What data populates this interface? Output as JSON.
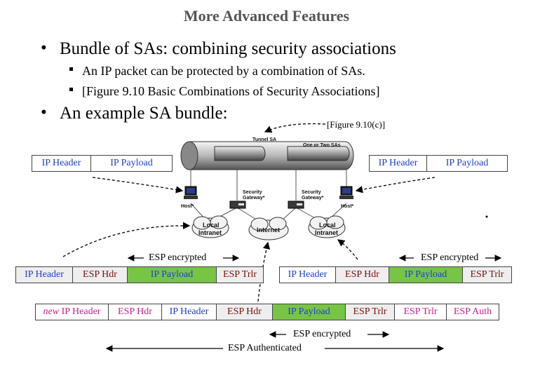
{
  "title": "More Advanced Features",
  "bullets": {
    "b1": "Bundle of SAs: combining security associations",
    "b1_sub1": "An IP packet can be protected by a combination of SAs.",
    "b1_sub2": "[Figure 9.10 Basic Combinations of Security Associations]",
    "b2": "An example SA bundle:"
  },
  "figure_ref": "[Figure 9.10(c)]",
  "network": {
    "tunnel_label": "Tunnel SA",
    "sa_label": "One or Two SAs",
    "host_left": "Host*",
    "host_right": "Host*",
    "gw_left_1": "Security",
    "gw_left_2": "Gateway*",
    "gw_right_1": "Security",
    "gw_right_2": "Gateway*",
    "intranet_left_1": "Local",
    "intranet_left_2": "Intranet",
    "internet": "Internet",
    "intranet_right_1": "Local",
    "intranet_right_2": "Intranet"
  },
  "packet_left": {
    "header": "IP Header",
    "payload": "IP Payload"
  },
  "packet_right": {
    "header": "IP Header",
    "payload": "IP Payload"
  },
  "esp_left": {
    "encrypted": "ESP encrypted",
    "cells": [
      "IP Header",
      "ESP Hdr",
      "IP Payload",
      "ESP Trlr"
    ]
  },
  "esp_right": {
    "encrypted": "ESP encrypted",
    "cells": [
      "IP Header",
      "ESP Hdr",
      "IP Payload",
      "ESP Trlr"
    ]
  },
  "bottom": {
    "new_word": "new",
    "new_header": " IP Header",
    "cells": [
      "ESP Hdr",
      "IP Header",
      "ESP Hdr",
      "IP Payload",
      "ESP Trlr",
      "ESP Trlr",
      "ESP Auth"
    ],
    "encrypted": "ESP encrypted",
    "authenticated": "ESP Authenticated"
  },
  "colors": {
    "payload_green": "#78c445",
    "blue_text": "#1f3fd1",
    "dark_red_text": "#7a1010",
    "pink_text": "#d0208f"
  }
}
